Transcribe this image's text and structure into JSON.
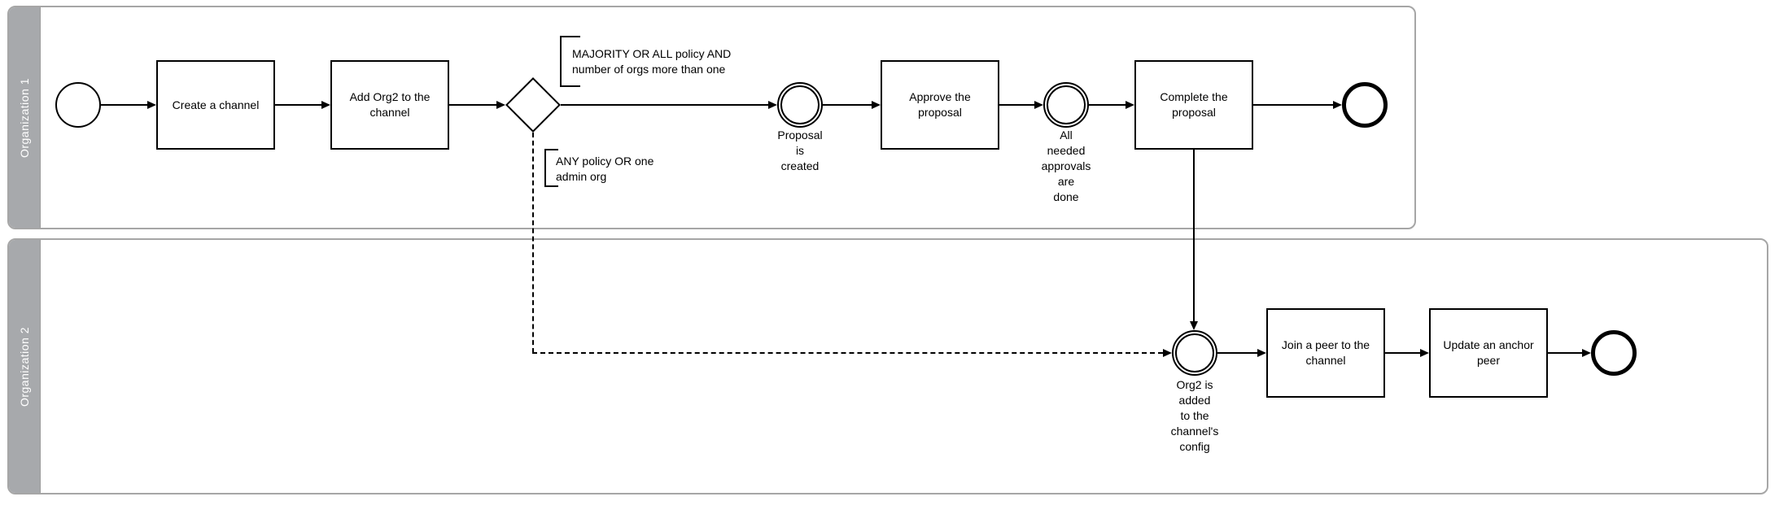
{
  "colors": {
    "lane_border": "#a6a6a6",
    "lane_bar_fill": "#a7a9ac",
    "lane_label_text": "#ffffff",
    "shape_stroke": "#000000",
    "shape_fill": "#ffffff"
  },
  "lanes": [
    {
      "label": "Organization 1"
    },
    {
      "label": "Organization 2"
    }
  ],
  "nodes": {
    "create_channel": {
      "label": "Create a channel"
    },
    "add_org2": {
      "label": "Add Org2 to the channel"
    },
    "proposal_created": {
      "label": "Proposal\nis\ncreated"
    },
    "approve_proposal": {
      "label": "Approve the proposal"
    },
    "approvals_done": {
      "label": "All\nneeded\napprovals\nare\ndone"
    },
    "complete_proposal": {
      "label": "Complete the proposal"
    },
    "org2_added": {
      "label": "Org2 is\nadded\nto the\nchannel's\nconfig"
    },
    "join_peer": {
      "label": "Join a peer to the channel"
    },
    "update_anchor": {
      "label": "Update an anchor peer"
    }
  },
  "annotations": {
    "majority_policy": "MAJORITY OR ALL policy AND\nnumber of orgs more than one",
    "any_policy": "ANY policy OR one\nadmin org"
  }
}
